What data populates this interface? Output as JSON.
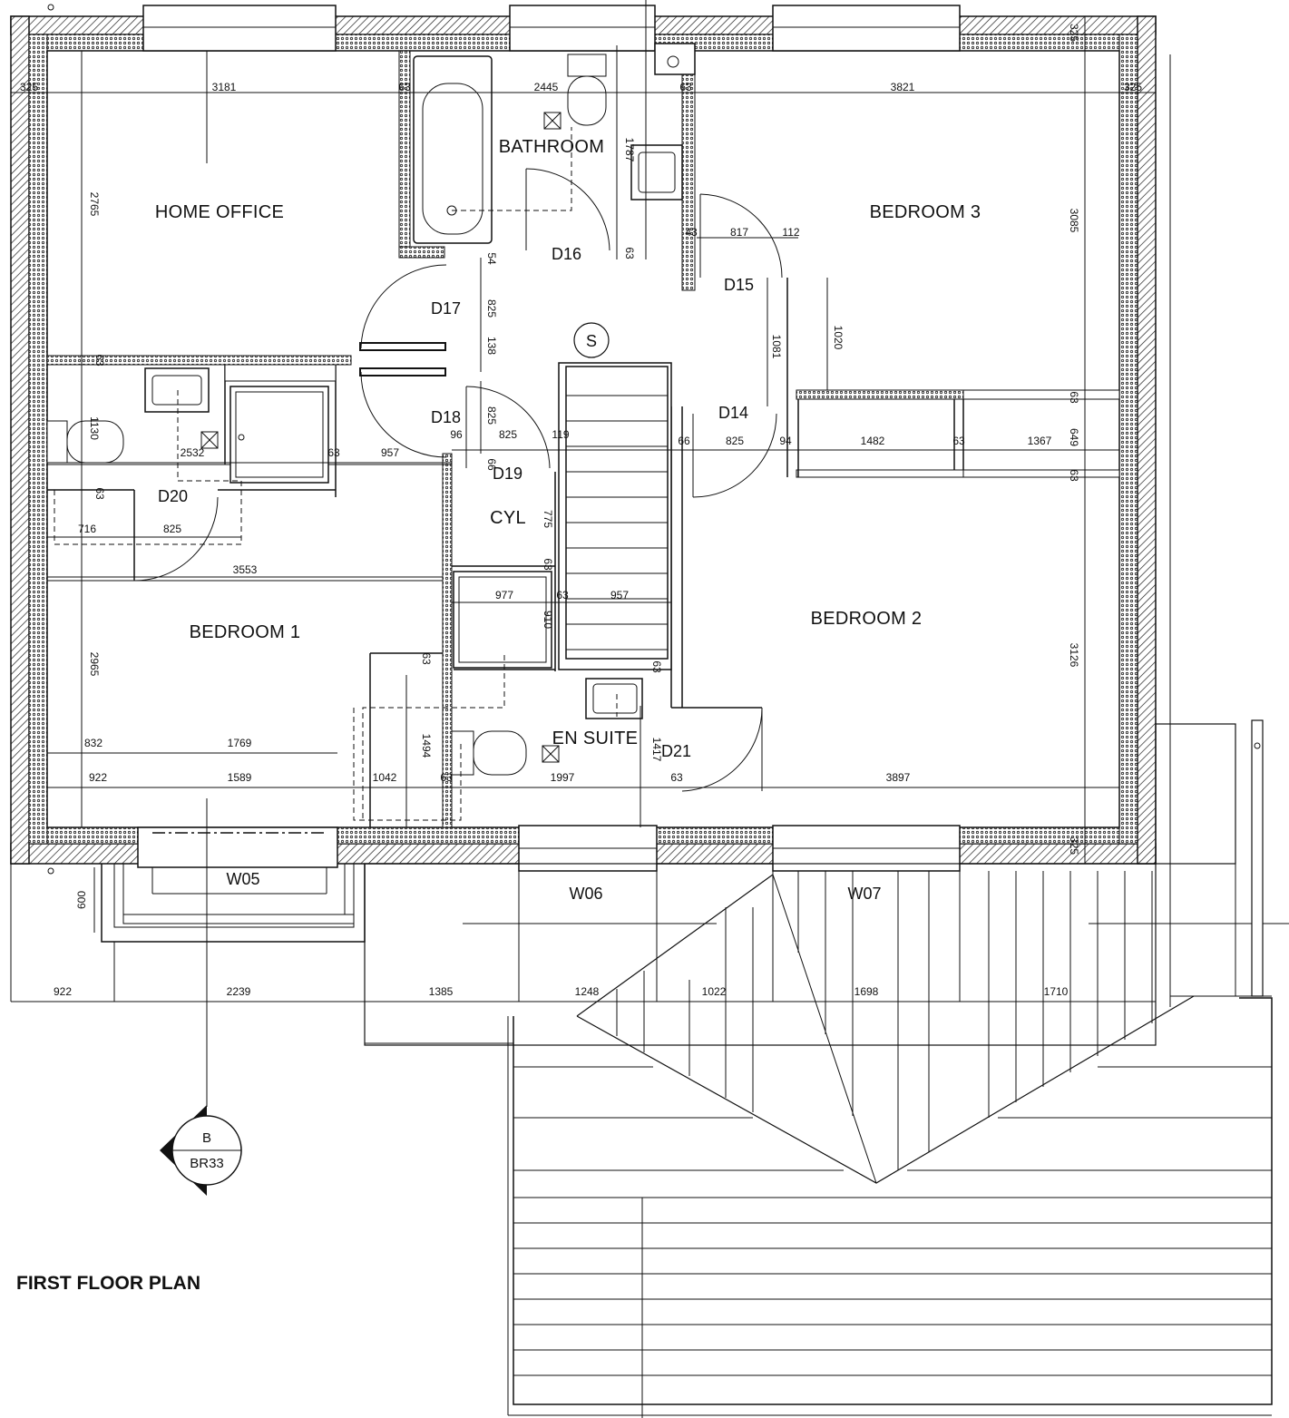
{
  "title": "FIRST FLOOR PLAN",
  "rooms": {
    "home_office": "HOME OFFICE",
    "bathroom": "BATHROOM",
    "bedroom3": "BEDROOM 3",
    "bedroom1": "BEDROOM 1",
    "bedroom2": "BEDROOM 2",
    "cyl": "CYL",
    "en_suite": "EN SUITE"
  },
  "doors": {
    "d14": "D14",
    "d15": "D15",
    "d16": "D16",
    "d17": "D17",
    "d18": "D18",
    "d19": "D19",
    "d20": "D20",
    "d21": "D21"
  },
  "windows": {
    "w05": "W05",
    "w06": "W06",
    "w07": "W07"
  },
  "stair_symbol": "S",
  "section_marker": {
    "letter": "B",
    "sheet": "BR33"
  },
  "dims": {
    "top_325_l": "325",
    "top_3181": "3181",
    "top_63_a": "63",
    "top_2445": "2445",
    "top_63_b": "63",
    "top_3821": "3821",
    "top_325_r": "325",
    "corner_325": "325",
    "v_2765": "2765",
    "v_1787": "1787",
    "v_3085": "3085",
    "d43": "43",
    "d817": "817",
    "d112": "112",
    "d63_d16": "63",
    "d54": "54",
    "v825_a": "825",
    "v1081": "1081",
    "v1020": "1020",
    "d63_l1": "63",
    "d138": "138",
    "v1130": "1130",
    "d2532": "2532",
    "d63_mid": "63",
    "d957_a": "957",
    "d96": "96",
    "d825_h": "825",
    "d119": "119",
    "v825_b": "825",
    "d66_a": "66",
    "d66_b": "66",
    "d825_c": "825",
    "d94": "94",
    "d1482": "1482",
    "d63_c": "63",
    "d1367": "1367",
    "d649": "649",
    "d63_r1": "63",
    "d63_r2": "63",
    "d63_l2": "63",
    "d716": "716",
    "d825_d": "825",
    "d3553": "3553",
    "v775": "775",
    "d63_e": "63",
    "d977": "977",
    "d63_f": "63",
    "d957_b": "957",
    "v910": "910",
    "v2965": "2965",
    "v3126": "3126",
    "d63_g": "63",
    "d63_h": "63",
    "d832": "832",
    "d1769": "1769",
    "v1494": "1494",
    "v1417": "1417",
    "d922_a": "922",
    "d1589": "1589",
    "d1042": "1042",
    "d63_i": "63",
    "d1997": "1997",
    "d63_j": "63",
    "d3897": "3897",
    "v325_r": "325",
    "v600": "600",
    "b922": "922",
    "b2239": "2239",
    "b1385": "1385",
    "b1248": "1248",
    "b1022": "1022",
    "b1698": "1698",
    "b1710": "1710"
  }
}
